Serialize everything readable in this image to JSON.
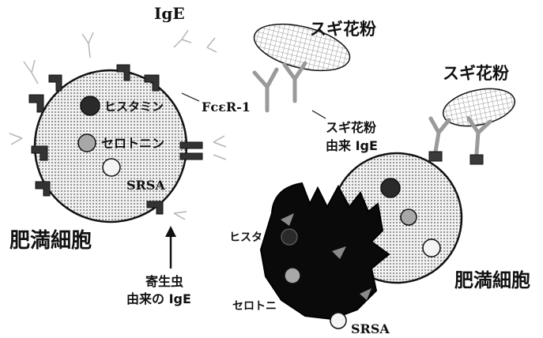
{
  "labels": {
    "ige_top": "IgE",
    "sugi_pollen_1": "スギ花粉",
    "sugi_pollen_2": "スギ花粉",
    "fce_receptor": "FcεR-1",
    "sugi_ige_line1": "スギ花粉",
    "sugi_ige_line2": "由来 IgE",
    "histamine_left": "ヒスタミン",
    "serotonin_left": "セロトニン",
    "srsa_left": "SRSA",
    "mast_cell_left": "肥満細胞",
    "parasite_ige_line1": "寄生虫",
    "parasite_ige_line2": "由来の IgE",
    "histamine_right": "ヒスタ",
    "serotonin_right": "セロトニ",
    "srsa_right": "SRSA",
    "mast_cell_right": "肥満細胞"
  },
  "colors": {
    "ink": "#111111",
    "cell_fill": "#e6e6e6",
    "degranulating": "#0a0a0a",
    "antibody_gray": "#9a9a9a",
    "antibody_dark": "#3a3a3a",
    "granule_dark": "#2a2a2a",
    "granule_mid": "#a8a8a8",
    "granule_light": "#f4f4f4"
  }
}
